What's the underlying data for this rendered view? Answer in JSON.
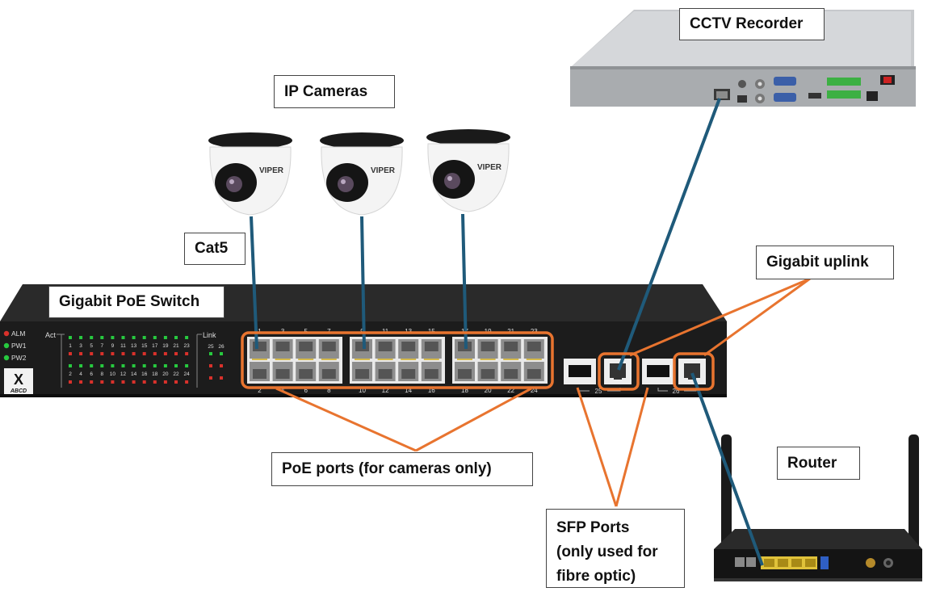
{
  "labels": {
    "cctv_recorder": "CCTV Recorder",
    "ip_cameras": "IP Cameras",
    "cat5": "Cat5",
    "gigabit_poe_switch": "Gigabit PoE Switch",
    "gigabit_uplink": "Gigabit uplink",
    "router": "Router",
    "poe_ports": "PoE ports (for cameras only)",
    "sfp_ports": [
      "SFP Ports",
      "(only used for",
      "fibre optic)"
    ]
  },
  "switch": {
    "status_leds": [
      "ALM",
      "PW1",
      "PW2"
    ],
    "logo_letter": "X",
    "logo_text": "ABCD",
    "act_label": "Act",
    "link_label": "Link",
    "link_ports": [
      "25",
      "26"
    ],
    "led_top_numbers": [
      "1",
      "3",
      "5",
      "7",
      "9",
      "11",
      "13",
      "15",
      "17",
      "19",
      "21",
      "23"
    ],
    "led_bottom_numbers": [
      "2",
      "4",
      "6",
      "8",
      "10",
      "12",
      "14",
      "16",
      "18",
      "20",
      "22",
      "24"
    ],
    "port_top_numbers": [
      "1",
      "3",
      "5",
      "7",
      "9",
      "11",
      "13",
      "15",
      "17",
      "19",
      "21",
      "23"
    ],
    "port_bottom_numbers": [
      "2",
      "4",
      "6",
      "8",
      "10",
      "12",
      "14",
      "16",
      "18",
      "20",
      "22",
      "24"
    ],
    "sfp_numbers": [
      "25",
      "26"
    ]
  },
  "camera_brand": "VIPER",
  "colors": {
    "cable": "#1f5a7a",
    "pointer": "#e8742f",
    "switch_body": "#1c1c1c",
    "led_green": "#27c93f",
    "led_red": "#d9312b"
  }
}
